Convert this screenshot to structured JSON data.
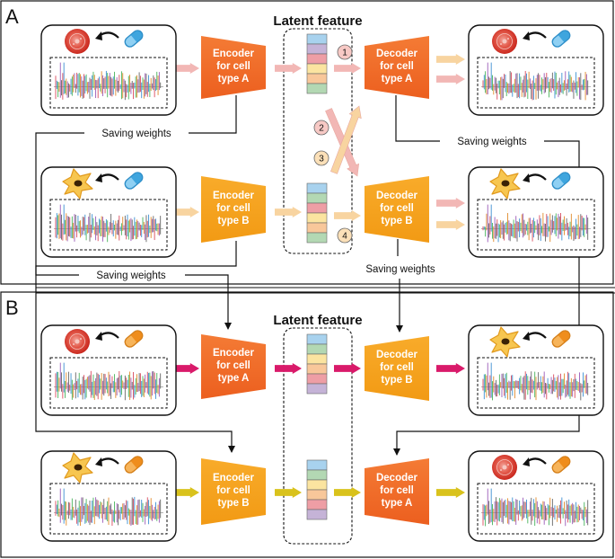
{
  "panels": {
    "a": {
      "label": "A"
    },
    "b": {
      "label": "B"
    }
  },
  "latent_feature_label": "Latent feature",
  "saving_weights_label": "Saving weights",
  "nodes": {
    "enc_a": {
      "line1": "Encoder",
      "line2": "for cell",
      "line3": "type A"
    },
    "enc_b": {
      "line1": "Encoder",
      "line2": "for cell",
      "line3": "type B"
    },
    "dec_a": {
      "line1": "Decoder",
      "line2": "for cell",
      "line3": "type A"
    },
    "dec_b": {
      "line1": "Decoder",
      "line2": "for cell",
      "line3": "type B"
    }
  },
  "paths": {
    "p1": "1",
    "p2": "2",
    "p3": "3",
    "p4": "4"
  },
  "colors": {
    "encoder_a": "#f26b2a",
    "encoder_b": "#f5a01e",
    "arrow_pink_light": "#f2b7b5",
    "arrow_orange_light": "#f8d4a0",
    "arrow_magenta": "#d91a6a",
    "arrow_yellow": "#d9c21c",
    "cell_red": "#d92b20",
    "cell_yellow": "#f7c650",
    "pill_blue": "#47a9e0",
    "pill_orange": "#f08f1e"
  },
  "icons": {
    "round_cell": "red-round-cell-icon",
    "star_cell": "star-shaped-cell-icon",
    "drug": "pill-icon",
    "curve": "curved-arrow-icon",
    "spectrum": "expression-profile-icon"
  }
}
